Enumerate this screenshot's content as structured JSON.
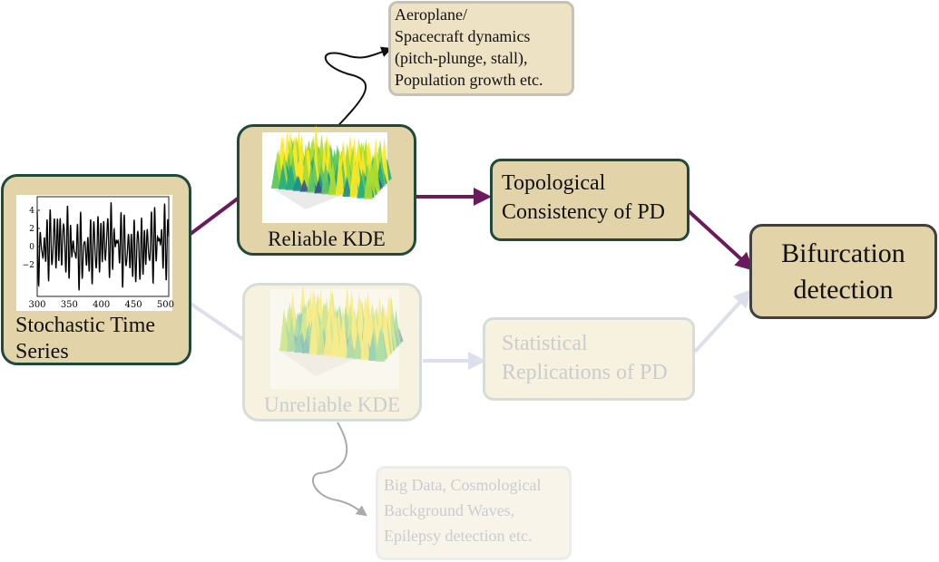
{
  "nodes": {
    "time_series": {
      "label": "Stochastic Time Series"
    },
    "reliable_kde": {
      "label": "Reliable KDE"
    },
    "topo": {
      "label_line1": "Topological",
      "label_line2": "Consistency of PD"
    },
    "bifurcation": {
      "label_line1": "Bifurcation",
      "label_line2": "detection"
    },
    "unreliable_kde": {
      "label": "Unreliable KDE"
    },
    "stat_rep": {
      "label_line1": "Statistical",
      "label_line2": "Replications of PD"
    },
    "apps_top": {
      "lines": [
        "Aeroplane/",
        "Spacecraft dynamics",
        "(pitch-plunge, stall),",
        "Population growth etc."
      ]
    },
    "apps_bottom": {
      "lines": [
        "Big Data, Cosmological",
        "Background Waves,",
        "Epilepsy detection etc."
      ]
    }
  },
  "time_series_plot": {
    "x_ticks": [
      "300",
      "350",
      "400",
      "450",
      "500"
    ],
    "y_ticks": [
      "4",
      "2",
      "0",
      "−2"
    ]
  },
  "colors": {
    "box_fill": "#e2d3a9",
    "box_border": "#1f4a3a",
    "arrow_main": "#6b1a5e",
    "arrow_faded": "#dde0ec"
  }
}
